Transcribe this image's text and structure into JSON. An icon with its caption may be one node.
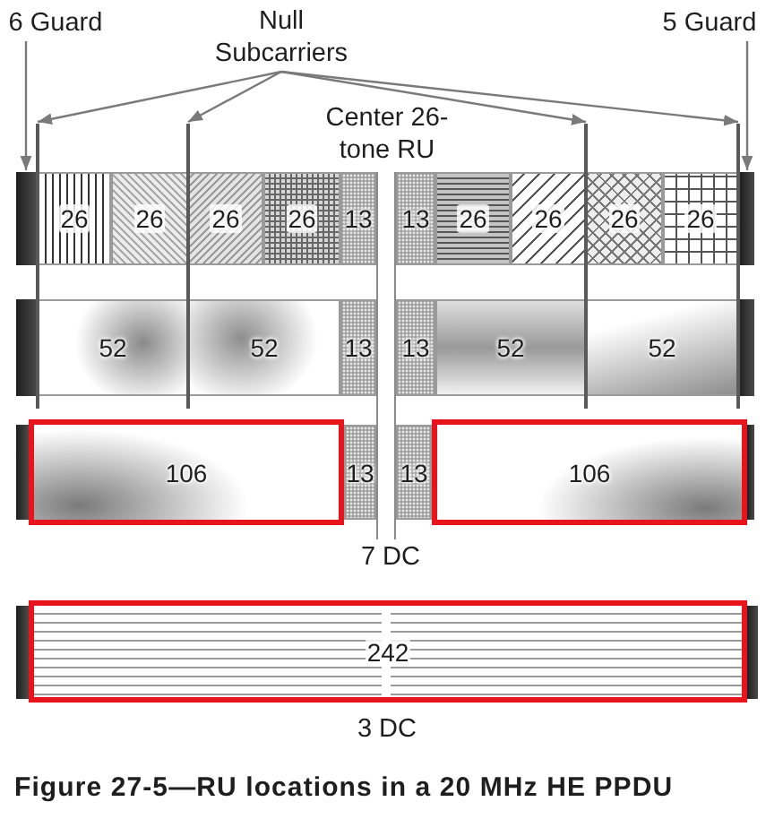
{
  "diagram": {
    "caption": "Figure 27-5—RU locations in a 20 MHz HE PPDU",
    "nodes": [
      {
        "text": [
          "6 Guard"
        ]
      },
      {
        "text": [
          "Null Subcarriers"
        ]
      },
      {
        "text": [
          "5 Guard"
        ]
      },
      {
        "text": [],
        "shape": "line"
      },
      {
        "text": [],
        "shape": "line"
      },
      {
        "text": [],
        "shape": "line"
      },
      {
        "text": [],
        "shape": "line"
      },
      {
        "text": [],
        "shape": "bar"
      },
      {
        "text": [
          "26"
        ]
      },
      {
        "text": [
          "26"
        ]
      },
      {
        "text": [
          "26"
        ]
      },
      {
        "text": [
          "26"
        ]
      },
      {
        "text": [
          "13"
        ]
      },
      {
        "text": [
          "13"
        ]
      },
      {
        "text": [
          "26"
        ]
      },
      {
        "text": [
          "26"
        ]
      },
      {
        "text": [
          "26"
        ]
      },
      {
        "text": [
          "26"
        ]
      },
      {
        "text": [],
        "shape": "bar"
      },
      {
        "text": [],
        "shape": "bar"
      },
      {
        "text": [
          "52"
        ]
      },
      {
        "text": [
          "52"
        ]
      },
      {
        "text": [
          "13"
        ]
      },
      {
        "text": [
          "13"
        ]
      },
      {
        "text": [
          "52"
        ]
      },
      {
        "text": [
          "52"
        ]
      },
      {
        "text": [],
        "shape": "bar"
      },
      {
        "text": [],
        "shape": "bar"
      },
      {
        "text": [
          "106"
        ]
      },
      {
        "text": [
          "13"
        ]
      },
      {
        "text": [
          "13"
        ]
      },
      {
        "text": [
          "106"
        ]
      },
      {
        "text": [],
        "shape": "bar"
      },
      {
        "text": [],
        "shape": "bar"
      },
      {
        "text": [
          "242"
        ],
        "beside": [
          "3 DC"
        ]
      },
      {
        "text": [],
        "shape": "bar"
      }
    ],
    "edges": [
      {
        "from": 0,
        "to": 7,
        "arrow": "to"
      },
      {
        "from": 1,
        "to": 3,
        "arrow": "to"
      },
      {
        "from": 1,
        "to": 4,
        "arrow": "to"
      },
      {
        "from": 1,
        "to": 5,
        "arrow": "to"
      },
      {
        "from": 1,
        "to": 6,
        "arrow": "to"
      },
      {
        "from": 2,
        "to": 18,
        "arrow": "to"
      }
    ],
    "labels": [
      "Center 26-tone RU",
      "7 DC"
    ]
  }
}
